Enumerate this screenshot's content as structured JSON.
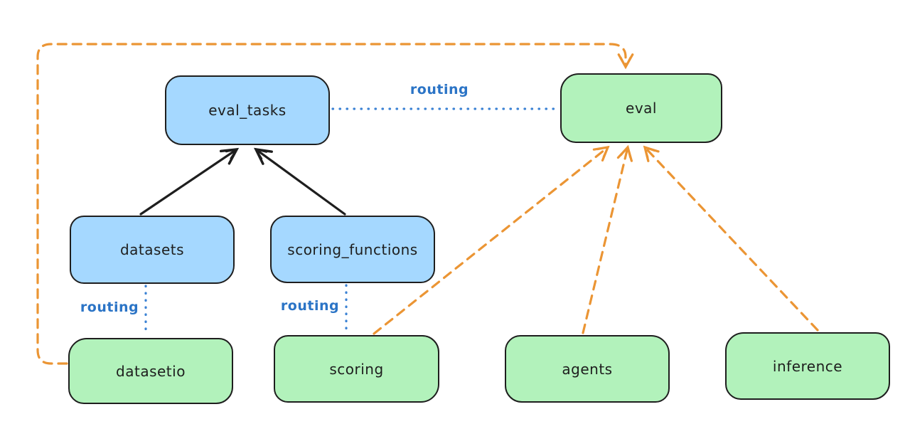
{
  "diagram": {
    "type": "architecture-flow",
    "nodes": {
      "eval_tasks": {
        "label": "eval_tasks",
        "fill": "#a5d8ff",
        "kind": "blue"
      },
      "eval": {
        "label": "eval",
        "fill": "#b2f2bb",
        "kind": "green"
      },
      "datasets": {
        "label": "datasets",
        "fill": "#a5d8ff",
        "kind": "blue"
      },
      "scoring_functions": {
        "label": "scoring_functions",
        "fill": "#a5d8ff",
        "kind": "blue"
      },
      "datasetio": {
        "label": "datasetio",
        "fill": "#b2f2bb",
        "kind": "green"
      },
      "scoring": {
        "label": "scoring",
        "fill": "#b2f2bb",
        "kind": "green"
      },
      "agents": {
        "label": "agents",
        "fill": "#b2f2bb",
        "kind": "green"
      },
      "inference": {
        "label": "inference",
        "fill": "#b2f2bb",
        "kind": "green"
      }
    },
    "edge_labels": {
      "routing_eval": "routing",
      "routing_datasetio": "routing",
      "routing_scoring": "routing"
    },
    "edges": [
      {
        "from": "datasets",
        "to": "eval_tasks",
        "style": "solid-black-arrow"
      },
      {
        "from": "scoring_functions",
        "to": "eval_tasks",
        "style": "solid-black-arrow"
      },
      {
        "from": "eval_tasks",
        "to": "eval",
        "style": "dotted-blue",
        "label": "routing"
      },
      {
        "from": "datasets",
        "to": "datasetio",
        "style": "dotted-blue",
        "label": "routing"
      },
      {
        "from": "scoring_functions",
        "to": "scoring",
        "style": "dotted-blue",
        "label": "routing"
      },
      {
        "from": "datasetio",
        "to": "eval",
        "style": "dashed-orange-arrow",
        "route": "around-top-left"
      },
      {
        "from": "scoring",
        "to": "eval",
        "style": "dashed-orange-arrow"
      },
      {
        "from": "agents",
        "to": "eval",
        "style": "dashed-orange-arrow"
      },
      {
        "from": "inference",
        "to": "eval",
        "style": "dashed-orange-arrow"
      }
    ],
    "colors": {
      "node_border": "#1e1e1e",
      "blue_node_fill": "#a5d8ff",
      "green_node_fill": "#b2f2bb",
      "routing_blue": "#2b74c6",
      "dashed_orange": "#eb9534",
      "solid_black": "#1e1e1e",
      "background": "#ffffff"
    }
  }
}
